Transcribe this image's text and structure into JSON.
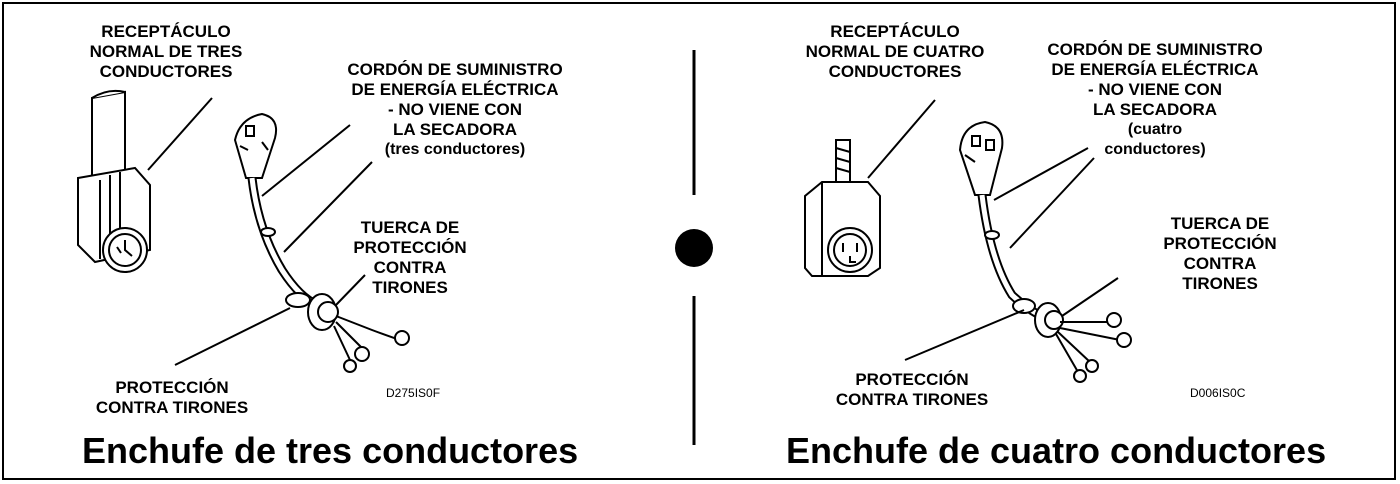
{
  "left": {
    "receptacle_label": [
      "RECEPTÁCULO",
      "NORMAL DE TRES",
      "CONDUCTORES"
    ],
    "cord_label": [
      "CORDÓN DE SUMINISTRO",
      "DE ENERGÍA ELÉCTRICA",
      "- NO VIENE CON",
      "LA SECADORA"
    ],
    "cord_sub": "(tres conductores)",
    "nut_label": [
      "TUERCA DE",
      "PROTECCIÓN",
      "CONTRA",
      "TIRONES"
    ],
    "strain_label": [
      "PROTECCIÓN",
      "CONTRA TIRONES"
    ],
    "code": "D275IS0F",
    "title": "Enchufe de tres conductores"
  },
  "right": {
    "receptacle_label": [
      "RECEPTÁCULO",
      "NORMAL DE CUATRO",
      "CONDUCTORES"
    ],
    "cord_label": [
      "CORDÓN DE SUMINISTRO",
      "DE ENERGÍA ELÉCTRICA",
      "- NO VIENE CON",
      "LA SECADORA"
    ],
    "cord_sub": [
      "(cuatro",
      "conductores)"
    ],
    "nut_label": [
      "TUERCA DE",
      "PROTECCIÓN",
      "CONTRA",
      "TIRONES"
    ],
    "strain_label": [
      "PROTECCIÓN",
      "CONTRA TIRONES"
    ],
    "code": "D006IS0C",
    "title": "Enchufe de cuatro conductores"
  }
}
